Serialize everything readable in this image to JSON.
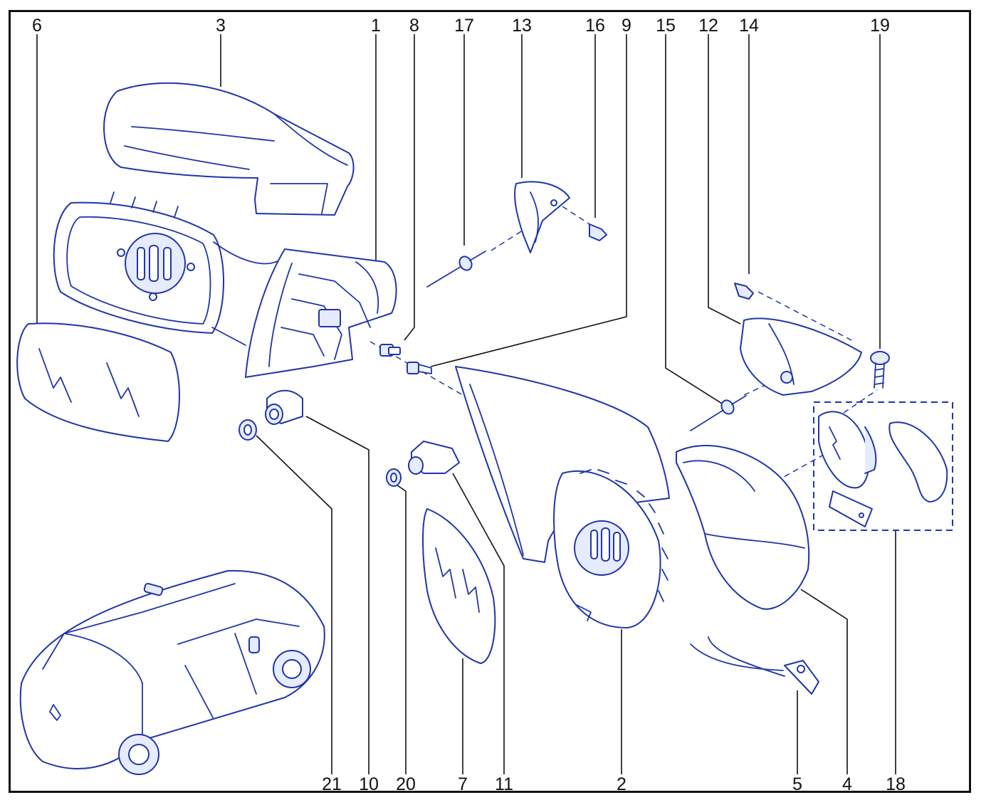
{
  "diagram": {
    "colors": {
      "line": "#1f36a8",
      "fill": "#e6ebff",
      "frame": "#111111"
    },
    "top_labels": [
      "6",
      "3",
      "1",
      "8",
      "17",
      "13",
      "16",
      "9",
      "15",
      "12",
      "14",
      "19"
    ],
    "bottom_labels": [
      "21",
      "10",
      "20",
      "7",
      "11",
      "2",
      "5",
      "4",
      "18"
    ]
  }
}
